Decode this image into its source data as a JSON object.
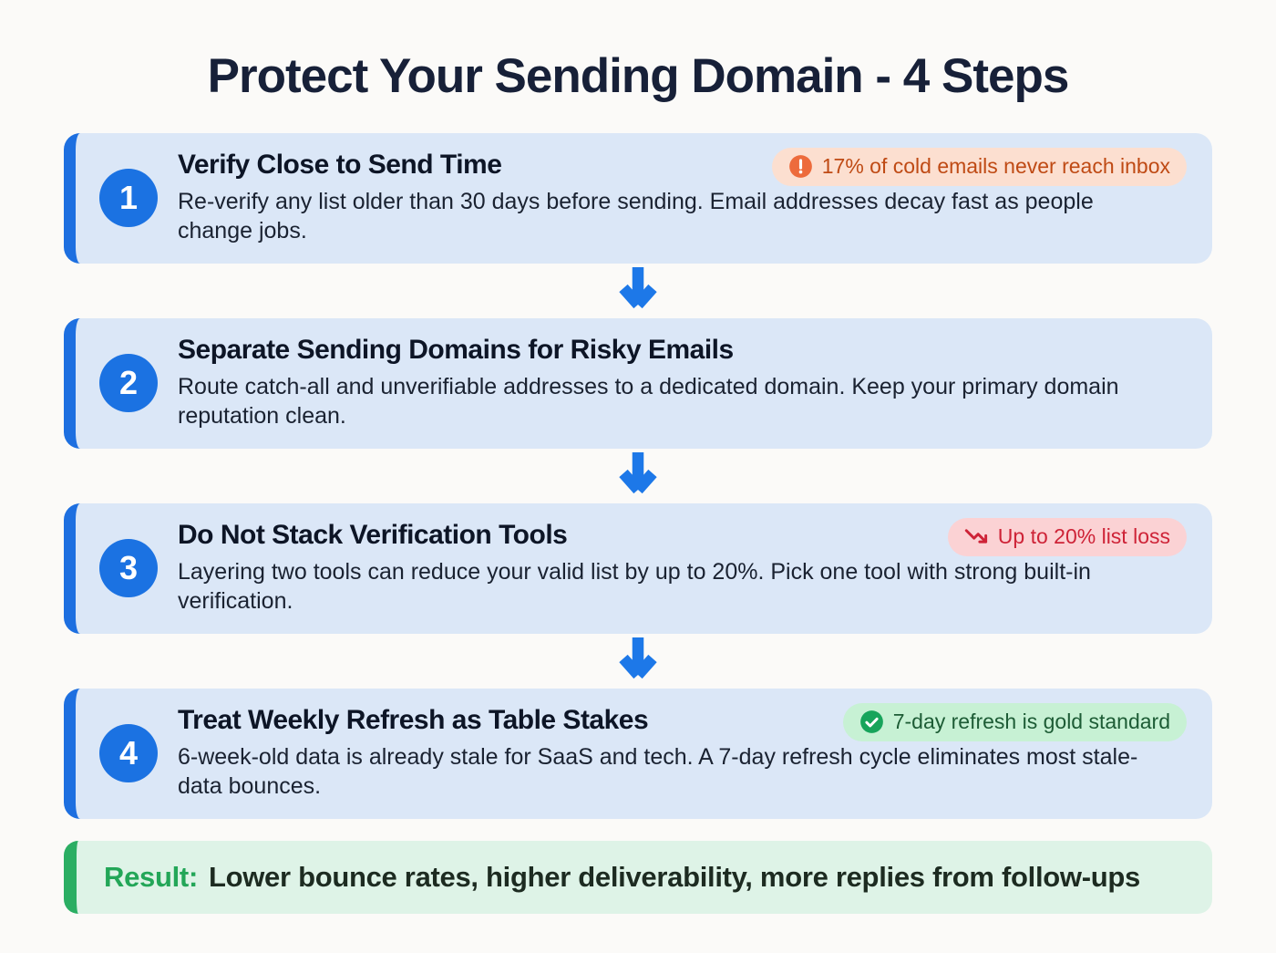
{
  "page": {
    "title": "Protect Your Sending Domain - 4 Steps"
  },
  "steps": [
    {
      "number": "1",
      "title": "Verify Close to Send Time",
      "description": "Re-verify any list older than 30 days before sending. Email addresses decay fast as people change jobs.",
      "badge": {
        "type": "warning",
        "icon": "alert-icon",
        "label": "17% of cold emails never reach inbox"
      }
    },
    {
      "number": "2",
      "title": "Separate Sending Domains for Risky Emails",
      "description": "Route catch-all and unverifiable addresses to a dedicated domain. Keep your primary domain reputation clean."
    },
    {
      "number": "3",
      "title": "Do Not Stack Verification Tools",
      "description": "Layering two tools can reduce your valid list by up to 20%. Pick one tool with strong built-in verification.",
      "badge": {
        "type": "danger",
        "icon": "trend-down-icon",
        "label": "Up to 20% list loss"
      }
    },
    {
      "number": "4",
      "title": "Treat Weekly Refresh as Table Stakes",
      "description": "6-week-old data is already stale for SaaS and tech. A 7-day refresh cycle eliminates most stale-data bounces.",
      "badge": {
        "type": "success",
        "icon": "check-icon",
        "label": "7-day refresh is gold standard"
      }
    }
  ],
  "result": {
    "label": "Result:",
    "text": "Lower bounce rates, higher deliverability, more replies from follow-ups"
  },
  "colors": {
    "accent_blue": "#1b72e2",
    "card_bg": "#dbe7f7",
    "title_navy": "#172038",
    "arrow_blue": "#1d78e8",
    "warning_bg": "#fcdfd0",
    "warning_text": "#bf4a14",
    "warning_icon": "#ed6b3c",
    "danger_bg": "#fbd2d4",
    "danger_text": "#ce2337",
    "success_bg": "#c7f1d4",
    "success_text": "#1d5c35",
    "success_icon": "#17a45b",
    "result_bg": "#def3e7",
    "result_accent": "#2bae63",
    "result_label_color": "#23a658"
  }
}
